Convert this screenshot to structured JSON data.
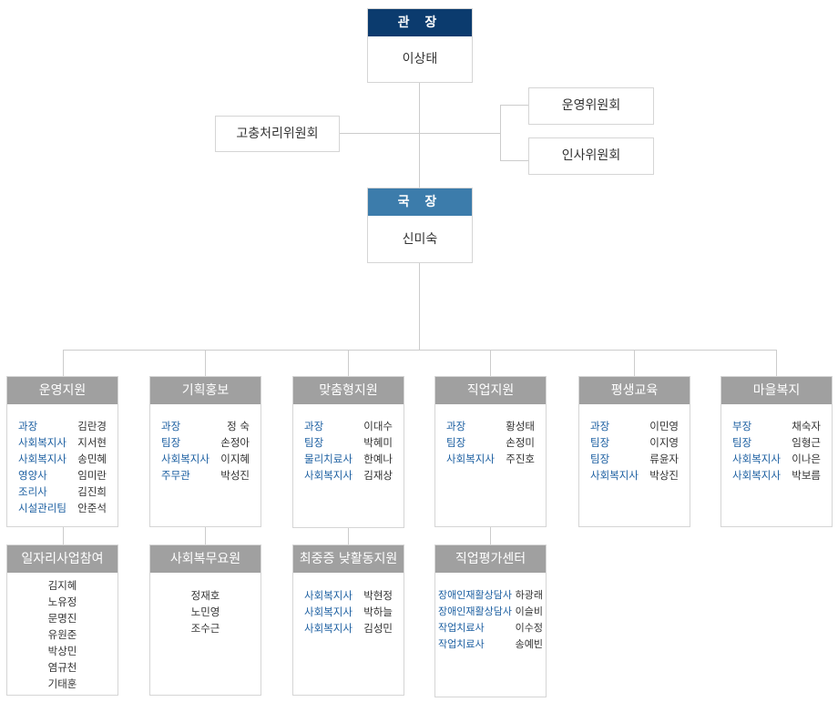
{
  "director": {
    "title": "관 장",
    "name": "이상태"
  },
  "committees": {
    "grievance": "고충처리위원회",
    "operation": "운영위원회",
    "personnel": "인사위원회"
  },
  "chief": {
    "title": "국 장",
    "name": "신미숙"
  },
  "departments": [
    {
      "title": "운영지원",
      "members": [
        {
          "role": "과장",
          "name": "김란경"
        },
        {
          "role": "사회복지사",
          "name": "지서현"
        },
        {
          "role": "사회복지사",
          "name": "송민혜"
        },
        {
          "role": "영양사",
          "name": "임미란"
        },
        {
          "role": "조리사",
          "name": "김진희"
        },
        {
          "role": "시설관리팀",
          "name": "안준석"
        }
      ]
    },
    {
      "title": "기획홍보",
      "members": [
        {
          "role": "과장",
          "name": "정 숙"
        },
        {
          "role": "팀장",
          "name": "손정아"
        },
        {
          "role": "사회복지사",
          "name": "이지혜"
        },
        {
          "role": "주무관",
          "name": "박성진"
        }
      ]
    },
    {
      "title": "맞춤형지원",
      "members": [
        {
          "role": "과장",
          "name": "이대수"
        },
        {
          "role": "팀장",
          "name": "박혜미"
        },
        {
          "role": "물리치료사",
          "name": "한예나"
        },
        {
          "role": "사회복지사",
          "name": "김재상"
        }
      ]
    },
    {
      "title": "직업지원",
      "members": [
        {
          "role": "과장",
          "name": "황성태"
        },
        {
          "role": "팀장",
          "name": "손정미"
        },
        {
          "role": "사회복지사",
          "name": "주진호"
        }
      ]
    },
    {
      "title": "평생교육",
      "members": [
        {
          "role": "과장",
          "name": "이민영"
        },
        {
          "role": "팀장",
          "name": "이지영"
        },
        {
          "role": "팀장",
          "name": "류윤자"
        },
        {
          "role": "사회복지사",
          "name": "박상진"
        }
      ]
    },
    {
      "title": "마을복지",
      "members": [
        {
          "role": "부장",
          "name": "채숙자"
        },
        {
          "role": "팀장",
          "name": "임형근"
        },
        {
          "role": "사회복지사",
          "name": "이나은"
        },
        {
          "role": "사회복지사",
          "name": "박보름"
        }
      ]
    }
  ],
  "subunits": [
    {
      "title": "일자리사업참여",
      "people": [
        "김지혜",
        "노유정",
        "문명진",
        "유원준",
        "박상민",
        "염규천",
        "기태훈"
      ]
    },
    {
      "title": "사회복무요원",
      "people": [
        "정재호",
        "노민영",
        "조수근"
      ]
    },
    {
      "title": "최중증 낮활동지원",
      "members": [
        {
          "role": "사회복지사",
          "name": "박현정"
        },
        {
          "role": "사회복지사",
          "name": "박하늘"
        },
        {
          "role": "사회복지사",
          "name": "김성민"
        }
      ]
    },
    {
      "title": "직업평가센터",
      "members": [
        {
          "role": "장애인재활상담사",
          "name": "하광래"
        },
        {
          "role": "장애인재활상담사",
          "name": "이슬비"
        },
        {
          "role": "작업치료사",
          "name": "이수정"
        },
        {
          "role": "작업치료사",
          "name": "송예빈"
        }
      ]
    }
  ],
  "colors": {
    "director": "#0b3b6e",
    "chief": "#3c7cab",
    "unit_header": "#a0a0a0",
    "role_text": "#1c5fa1",
    "line": "#cccccc"
  }
}
